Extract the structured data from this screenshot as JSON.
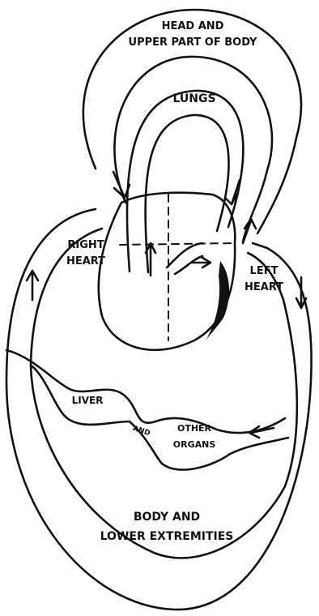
{
  "labels": {
    "head_line1": "HEAD AND",
    "head_line2": "UPPER PART OF BODY",
    "lungs": "LUNGS",
    "right_heart_line1": "RIGHT",
    "right_heart_line2": "HEART",
    "left_heart_line1": "LEFT",
    "left_heart_line2": "HEART",
    "liver": "LIVER",
    "and": "AND",
    "other_line1": "OTHER",
    "other_line2": "ORGANS",
    "body_line1": "BODY AND",
    "body_line2": "LOWER EXTREMITIES"
  },
  "colors": {
    "ink": "#111111",
    "paper": "#ffffff"
  }
}
